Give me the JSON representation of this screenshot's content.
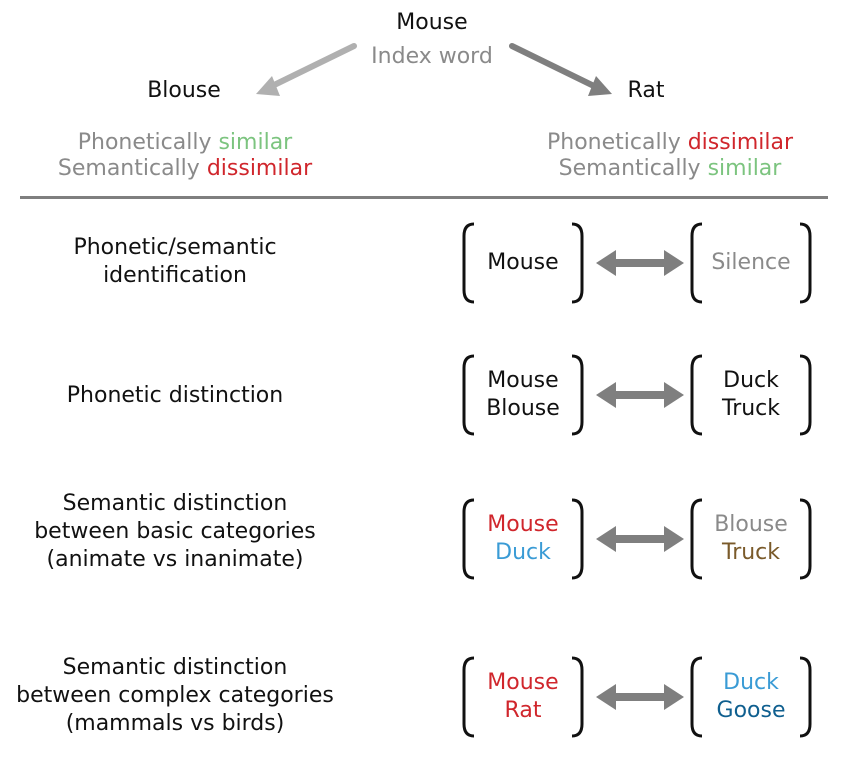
{
  "colors": {
    "black": "#111111",
    "grey": "#8a8a8a",
    "green": "#7cc47f",
    "red": "#d0262c",
    "lightblue": "#3a9bd5",
    "darkblue": "#0f5f8f",
    "brown": "#7a5a2a",
    "arrow": "#8a8a8a"
  },
  "header": {
    "index_word": "Mouse",
    "index_label": "Index word",
    "left_word": "Blouse",
    "right_word": "Rat",
    "left_desc": {
      "line1_prefix": "Phonetically ",
      "line1_highlight": "similar",
      "line2_prefix": "Semantically ",
      "line2_highlight": "dissimilar"
    },
    "right_desc": {
      "line1_prefix": "Phonetically ",
      "line1_highlight": "dissimilar",
      "line2_prefix": "Semantically ",
      "line2_highlight": "similar"
    }
  },
  "rows": [
    {
      "label_lines": [
        "Phonetic/semantic",
        "identification"
      ],
      "left_words": [
        {
          "text": "Mouse",
          "color": "#111111"
        }
      ],
      "right_words": [
        {
          "text": "Silence",
          "color": "#8a8a8a"
        }
      ]
    },
    {
      "label_lines": [
        "Phonetic distinction"
      ],
      "left_words": [
        {
          "text": "Mouse",
          "color": "#111111"
        },
        {
          "text": "Blouse",
          "color": "#111111"
        }
      ],
      "right_words": [
        {
          "text": "Duck",
          "color": "#111111"
        },
        {
          "text": "Truck",
          "color": "#111111"
        }
      ]
    },
    {
      "label_lines": [
        "Semantic distinction",
        "between basic categories",
        "(animate vs inanimate)"
      ],
      "left_words": [
        {
          "text": "Mouse",
          "color": "#d0262c"
        },
        {
          "text": "Duck",
          "color": "#3a9bd5"
        }
      ],
      "right_words": [
        {
          "text": "Blouse",
          "color": "#8a8a8a"
        },
        {
          "text": "Truck",
          "color": "#7a5a2a"
        }
      ]
    },
    {
      "label_lines": [
        "Semantic distinction",
        "between complex categories",
        "(mammals vs birds)"
      ],
      "left_words": [
        {
          "text": "Mouse",
          "color": "#d0262c"
        },
        {
          "text": "Rat",
          "color": "#d0262c"
        }
      ],
      "right_words": [
        {
          "text": "Duck",
          "color": "#3a9bd5"
        },
        {
          "text": "Goose",
          "color": "#0f5f8f"
        }
      ]
    }
  ]
}
